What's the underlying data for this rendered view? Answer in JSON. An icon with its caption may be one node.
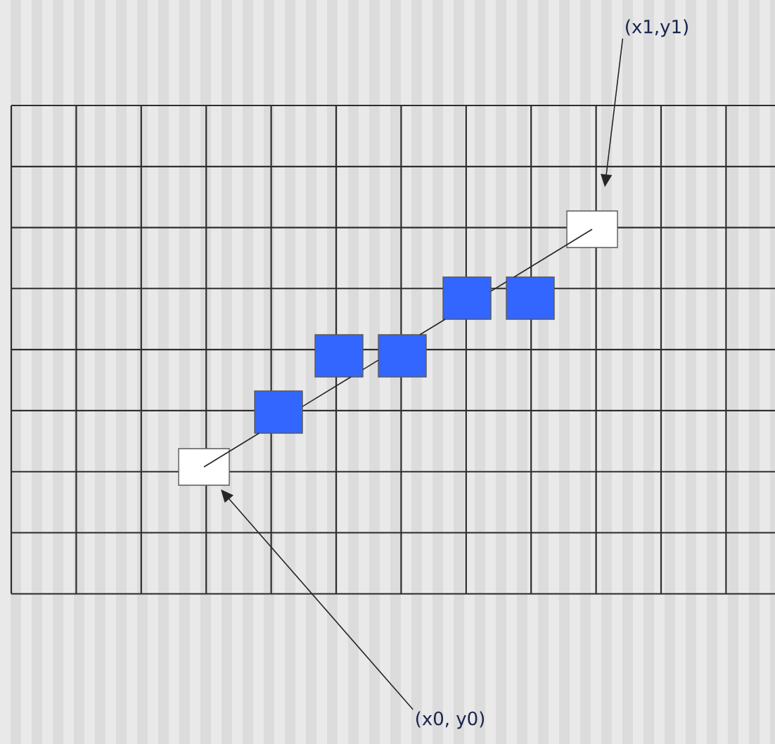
{
  "diagram": {
    "nodes": [
      {
        "text": [
          "(x1,y1)"
        ]
      },
      {
        "text": [],
        "shape": "box"
      },
      {
        "text": [],
        "shape": "box"
      },
      {
        "text": [],
        "shape": "box"
      },
      {
        "text": [],
        "shape": "box"
      },
      {
        "text": [],
        "shape": "box"
      },
      {
        "text": [],
        "shape": "box"
      },
      {
        "text": [],
        "shape": "box"
      },
      {
        "text": [
          "(x0, y0)"
        ]
      }
    ],
    "edges": [
      {
        "from": 0,
        "to": 1,
        "arrow": "to"
      },
      {
        "from": 7,
        "to": 6,
        "arrow": "none"
      },
      {
        "from": 6,
        "to": 4,
        "arrow": "none"
      },
      {
        "from": 4,
        "to": 5,
        "arrow": "none"
      },
      {
        "from": 5,
        "to": 2,
        "arrow": "none"
      },
      {
        "from": 2,
        "to": 3,
        "arrow": "none"
      },
      {
        "from": 3,
        "to": 1,
        "arrow": "none"
      },
      {
        "from": 8,
        "to": 7,
        "arrow": "to"
      }
    ]
  }
}
